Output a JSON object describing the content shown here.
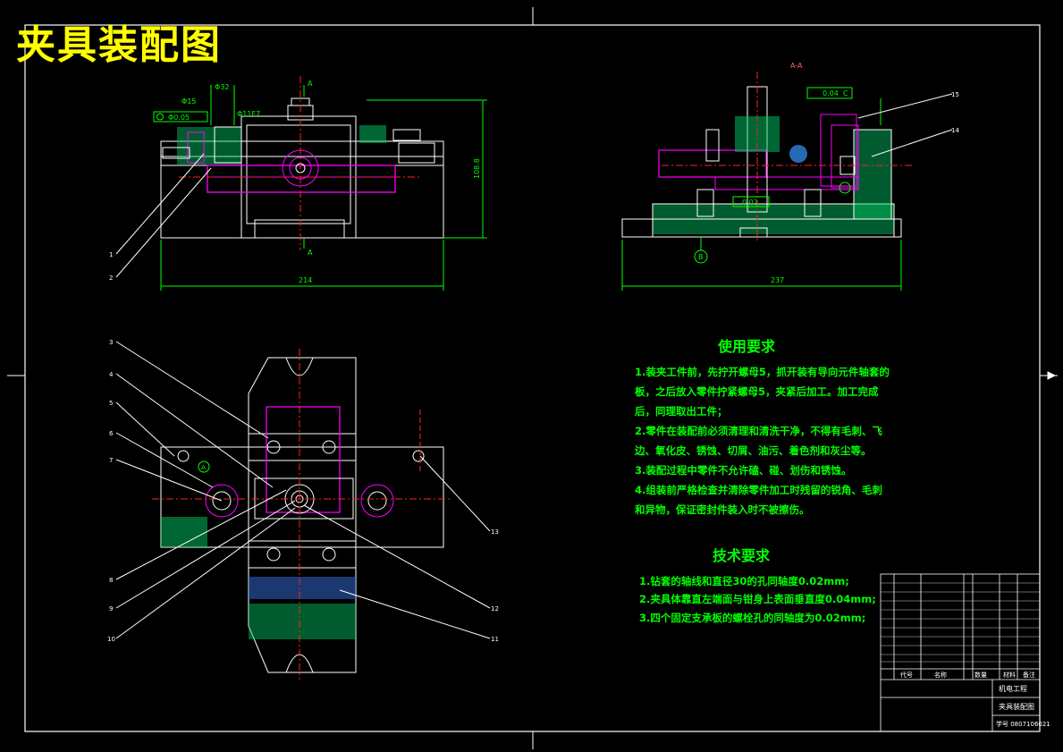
{
  "title": "夹具装配图",
  "colors": {
    "background": "#000000",
    "frame": "#ffffff",
    "outline": "#ffffff",
    "part_magenta": "#ff00ff",
    "section_green": "#00cc66",
    "dimension_green": "#00ff00",
    "center_red": "#ff2020",
    "leader": "#ffffff",
    "title_yellow": "#ffff00"
  },
  "top_left_view": {
    "dims": {
      "width": "214",
      "height": "108.8",
      "d1": "Φ15",
      "d2": "Φ32",
      "d3": "Φ11F7",
      "tol": "Φ0.05"
    },
    "section_marker": "A",
    "labels": [
      "1",
      "2"
    ]
  },
  "top_right_view": {
    "section_title": "A-A",
    "dims": {
      "width": "237",
      "tol": "0.04",
      "datum": "C",
      "tol2": "0.02",
      "datum2": "B"
    },
    "labels": [
      "15",
      "14"
    ]
  },
  "bottom_view": {
    "labels_left": [
      "3",
      "4",
      "5",
      "6",
      "7",
      "8",
      "9",
      "10"
    ],
    "labels_right": [
      "13",
      "12",
      "11"
    ],
    "detail_marker": "A"
  },
  "usage_requirements": {
    "heading": "使用要求",
    "lines": [
      "1.装夹工件前，先拧开螺母5，抓开装有导向元件轴套的",
      "板，之后放入零件拧紧螺母5，夹紧后加工。加工完成",
      "后，同理取出工件；",
      "2.零件在装配前必须清理和清洗干净，不得有毛刺、飞",
      "边、氧化皮、锈蚀、切屑、油污、着色剂和灰尘等。",
      "3.装配过程中零件不允许磕、碰、划伤和锈蚀。",
      "4.组装前严格检查并清除零件加工时残留的锐角、毛刺",
      "和异物，保证密封件装入时不被擦伤。"
    ]
  },
  "technical_requirements": {
    "heading": "技术要求",
    "lines": [
      "1.钻套的轴线和直径30的孔同轴度0.02mm;",
      "2.夹具体靠直左端面与钳身上表面垂直度0.04mm;",
      "3.四个固定支承板的螺栓孔的同轴度为0.02mm;"
    ]
  },
  "title_block": {
    "school": "机电工程",
    "drawing_name": "夹具装配图",
    "number": "学号 0807106021",
    "headers": [
      "代号",
      "名称",
      "数量",
      "材料",
      "备注"
    ]
  }
}
